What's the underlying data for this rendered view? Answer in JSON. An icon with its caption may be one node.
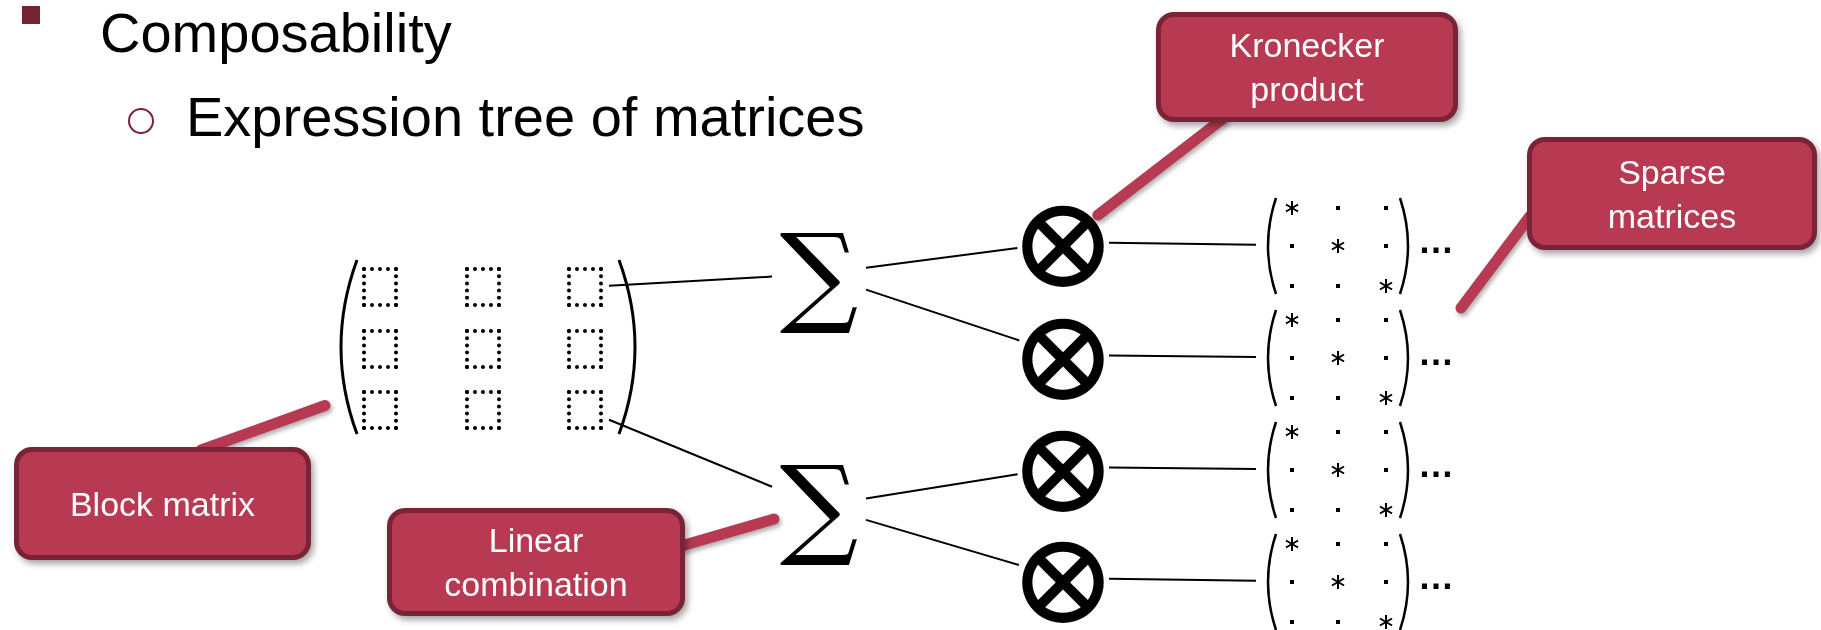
{
  "diagram": {
    "nodes": [
      {
        "text": [
          "Kronecker product"
        ]
      },
      {
        "text": [
          "Sparse matrices"
        ]
      },
      {
        "text": [
          "Block matrix"
        ]
      },
      {
        "text": [
          "Linear combination"
        ]
      },
      {
        "text": [],
        "shape": "matrix"
      },
      {
        "text": [],
        "shape": "box",
        "in": 4
      },
      {
        "text": [],
        "shape": "box",
        "in": 4
      },
      {
        "text": [],
        "shape": "box",
        "in": 4
      },
      {
        "text": [],
        "shape": "box",
        "in": 4
      },
      {
        "text": [],
        "shape": "box",
        "in": 4
      },
      {
        "text": [],
        "shape": "box",
        "in": 4
      },
      {
        "text": [],
        "shape": "box",
        "in": 4
      },
      {
        "text": [],
        "shape": "box",
        "in": 4
      },
      {
        "text": [],
        "shape": "box",
        "in": 4
      },
      {
        "text": [
          "∑"
        ]
      },
      {
        "text": [
          "∑"
        ]
      },
      {
        "text": [
          "⊗"
        ]
      },
      {
        "text": [
          "⊗"
        ]
      },
      {
        "text": [
          "⊗"
        ]
      },
      {
        "text": [
          "⊗"
        ]
      },
      {
        "text": [],
        "shape": "matrix",
        "beside": [
          "…"
        ]
      },
      {
        "text": [],
        "shape": "matrix",
        "beside": [
          "…"
        ]
      },
      {
        "text": [],
        "shape": "matrix",
        "beside": [
          "…"
        ]
      },
      {
        "text": [],
        "shape": "matrix",
        "beside": [
          "…"
        ]
      }
    ],
    "edges": [
      {
        "from": 0,
        "to": 16,
        "arrow": "none",
        "style": "thick",
        "color": "#b83a52"
      },
      {
        "from": 1,
        "to": null,
        "arrow": "none",
        "style": "thick",
        "color": "#b83a52"
      },
      {
        "from": 2,
        "to": 4,
        "arrow": "none",
        "style": "thick",
        "color": "#b83a52"
      },
      {
        "from": 3,
        "to": 15,
        "arrow": "none",
        "style": "thick",
        "color": "#b83a52"
      },
      {
        "from": 7,
        "to": 14,
        "arrow": "none"
      },
      {
        "from": 13,
        "to": 15,
        "arrow": "none"
      },
      {
        "from": 14,
        "to": 16,
        "arrow": "none"
      },
      {
        "from": 14,
        "to": 17,
        "arrow": "none"
      },
      {
        "from": 15,
        "to": 18,
        "arrow": "none"
      },
      {
        "from": 15,
        "to": 19,
        "arrow": "none"
      },
      {
        "from": 16,
        "to": 20,
        "arrow": "none"
      },
      {
        "from": 17,
        "to": 21,
        "arrow": "none"
      },
      {
        "from": 18,
        "to": 22,
        "arrow": "none"
      },
      {
        "from": 19,
        "to": 23,
        "arrow": "none"
      }
    ],
    "labels": [
      "Composability",
      "Expression tree of matrices"
    ]
  }
}
